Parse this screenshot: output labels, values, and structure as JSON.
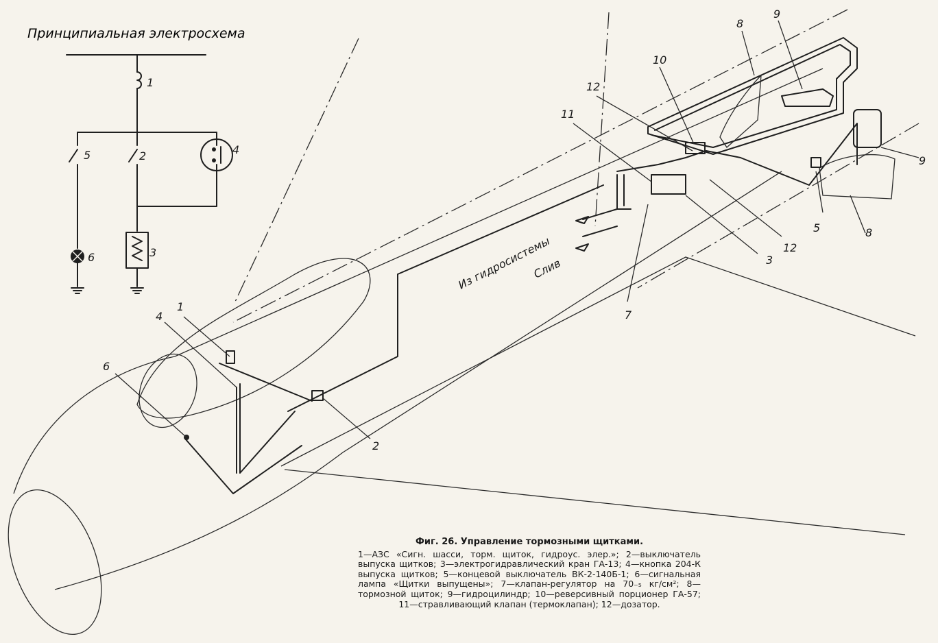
{
  "schematic_title": "Принципиальная электросхема",
  "labels": {
    "n1": "1",
    "n2": "2",
    "n3": "3",
    "n4": "4",
    "n5": "5",
    "n6": "6",
    "n7": "7",
    "n8": "8",
    "n9": "9",
    "n10": "10",
    "n11": "11",
    "n12": "12"
  },
  "flow_labels": {
    "from_hydro": "Из гидросистемы",
    "drain": "Слив"
  },
  "caption": {
    "title": "Фиг. 26. Управление тормозными щитками.",
    "legend": "1—АЗС «Сигн. шасси, торм. щиток, гидроус. элер.»; 2—выключатель выпуска щитков; 3—электрогидравлический кран ГА-13; 4—кнопка 204-К выпуска щитков; 5—концевой выключатель ВК-2-140Б-1; 6—сигнальная лампа «Щитки выпущены»; 7—клапан-регулятор на 70₋₅ кг/см²; 8—тормозной щиток; 9—гидроцилиндр; 10—реверсивный порционер ГА-57; 11—стравливающий клапан (термоклапан); 12—дозатор."
  }
}
